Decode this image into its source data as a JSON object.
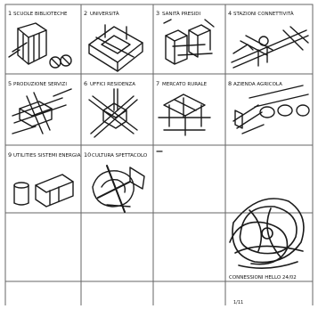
{
  "sheet": {
    "cells": [
      {
        "number": "1",
        "label": "SCUOLE BIBLIOTECHE"
      },
      {
        "number": "2",
        "label": "UNIVERSITÀ"
      },
      {
        "number": "3",
        "label": "SANITÀ PRESIDI"
      },
      {
        "number": "4",
        "label": "STAZIONI CONNETTIVITÀ"
      },
      {
        "number": "5",
        "label": "PRODUZIONE SERVIZI"
      },
      {
        "number": "6",
        "label": "UFFICI RESIDENZA"
      },
      {
        "number": "7",
        "label": "MERCATO RURALE"
      },
      {
        "number": "8",
        "label": "AZIENDA AGRICOLA"
      },
      {
        "number": "9",
        "label": "UTILITIES SISTEMI ENERGIA"
      },
      {
        "number": "10",
        "label": "CULTURA SPETTACOLO"
      }
    ],
    "final_cell_caption": "CONNESSIONI HELLO 24/02",
    "bottom_mark": "1/11"
  }
}
